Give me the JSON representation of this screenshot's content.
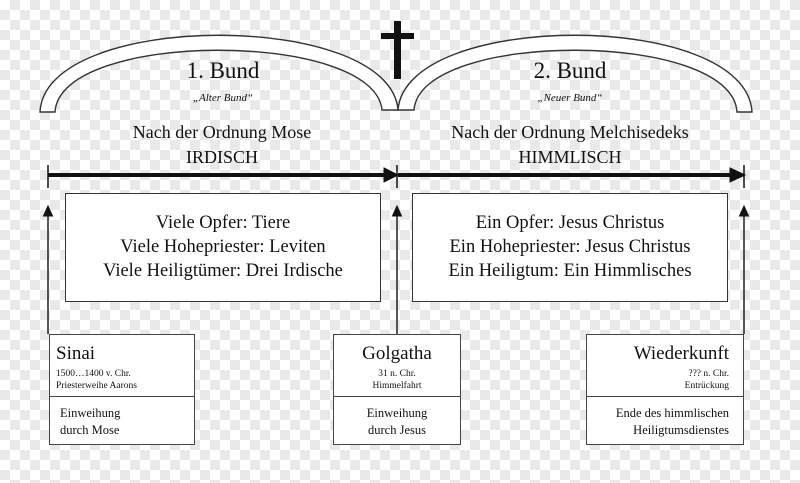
{
  "covenants": {
    "first": {
      "title": "1. Bund",
      "subtitle": "„Alter Bund“",
      "order": "Nach der Ordnung Mose",
      "realm": "IRDISCH"
    },
    "second": {
      "title": "2. Bund",
      "subtitle": "„Neuer Bund“",
      "order": "Nach der Ordnung Melchisedeks",
      "realm": "HIMMLISCH"
    }
  },
  "boxes": {
    "old": {
      "lines": [
        "Viele Opfer: Tiere",
        "Viele Hohepriester: Leviten",
        "Viele Heiligtümer: Drei Irdische"
      ]
    },
    "new": {
      "lines": [
        "Ein Opfer: Jesus Christus",
        "Ein Hohepriester: Jesus Christus",
        "Ein Heiligtum: Ein Himmlisches"
      ]
    }
  },
  "events": {
    "sinai": {
      "name": "Sinai",
      "line1": "1500…1400 v. Chr.",
      "line2": "Priesterweihe Aarons",
      "desc1": "Einweihung",
      "desc2": "durch Mose"
    },
    "golgatha": {
      "name": "Golgatha",
      "line1": "31 n. Chr.",
      "line2": "Himmelfahrt",
      "desc1": "Einweihung",
      "desc2": "durch Jesus"
    },
    "wiederkunft": {
      "name": "Wiederkunft",
      "line1": "??? n. Chr.",
      "line2": "Entrückung",
      "desc1": "Ende des himmlischen",
      "desc2": "Heiligtumsdienstes"
    }
  },
  "colors": {
    "line": "#111111",
    "box_border": "#333333"
  },
  "icons": [
    "cross-icon"
  ]
}
